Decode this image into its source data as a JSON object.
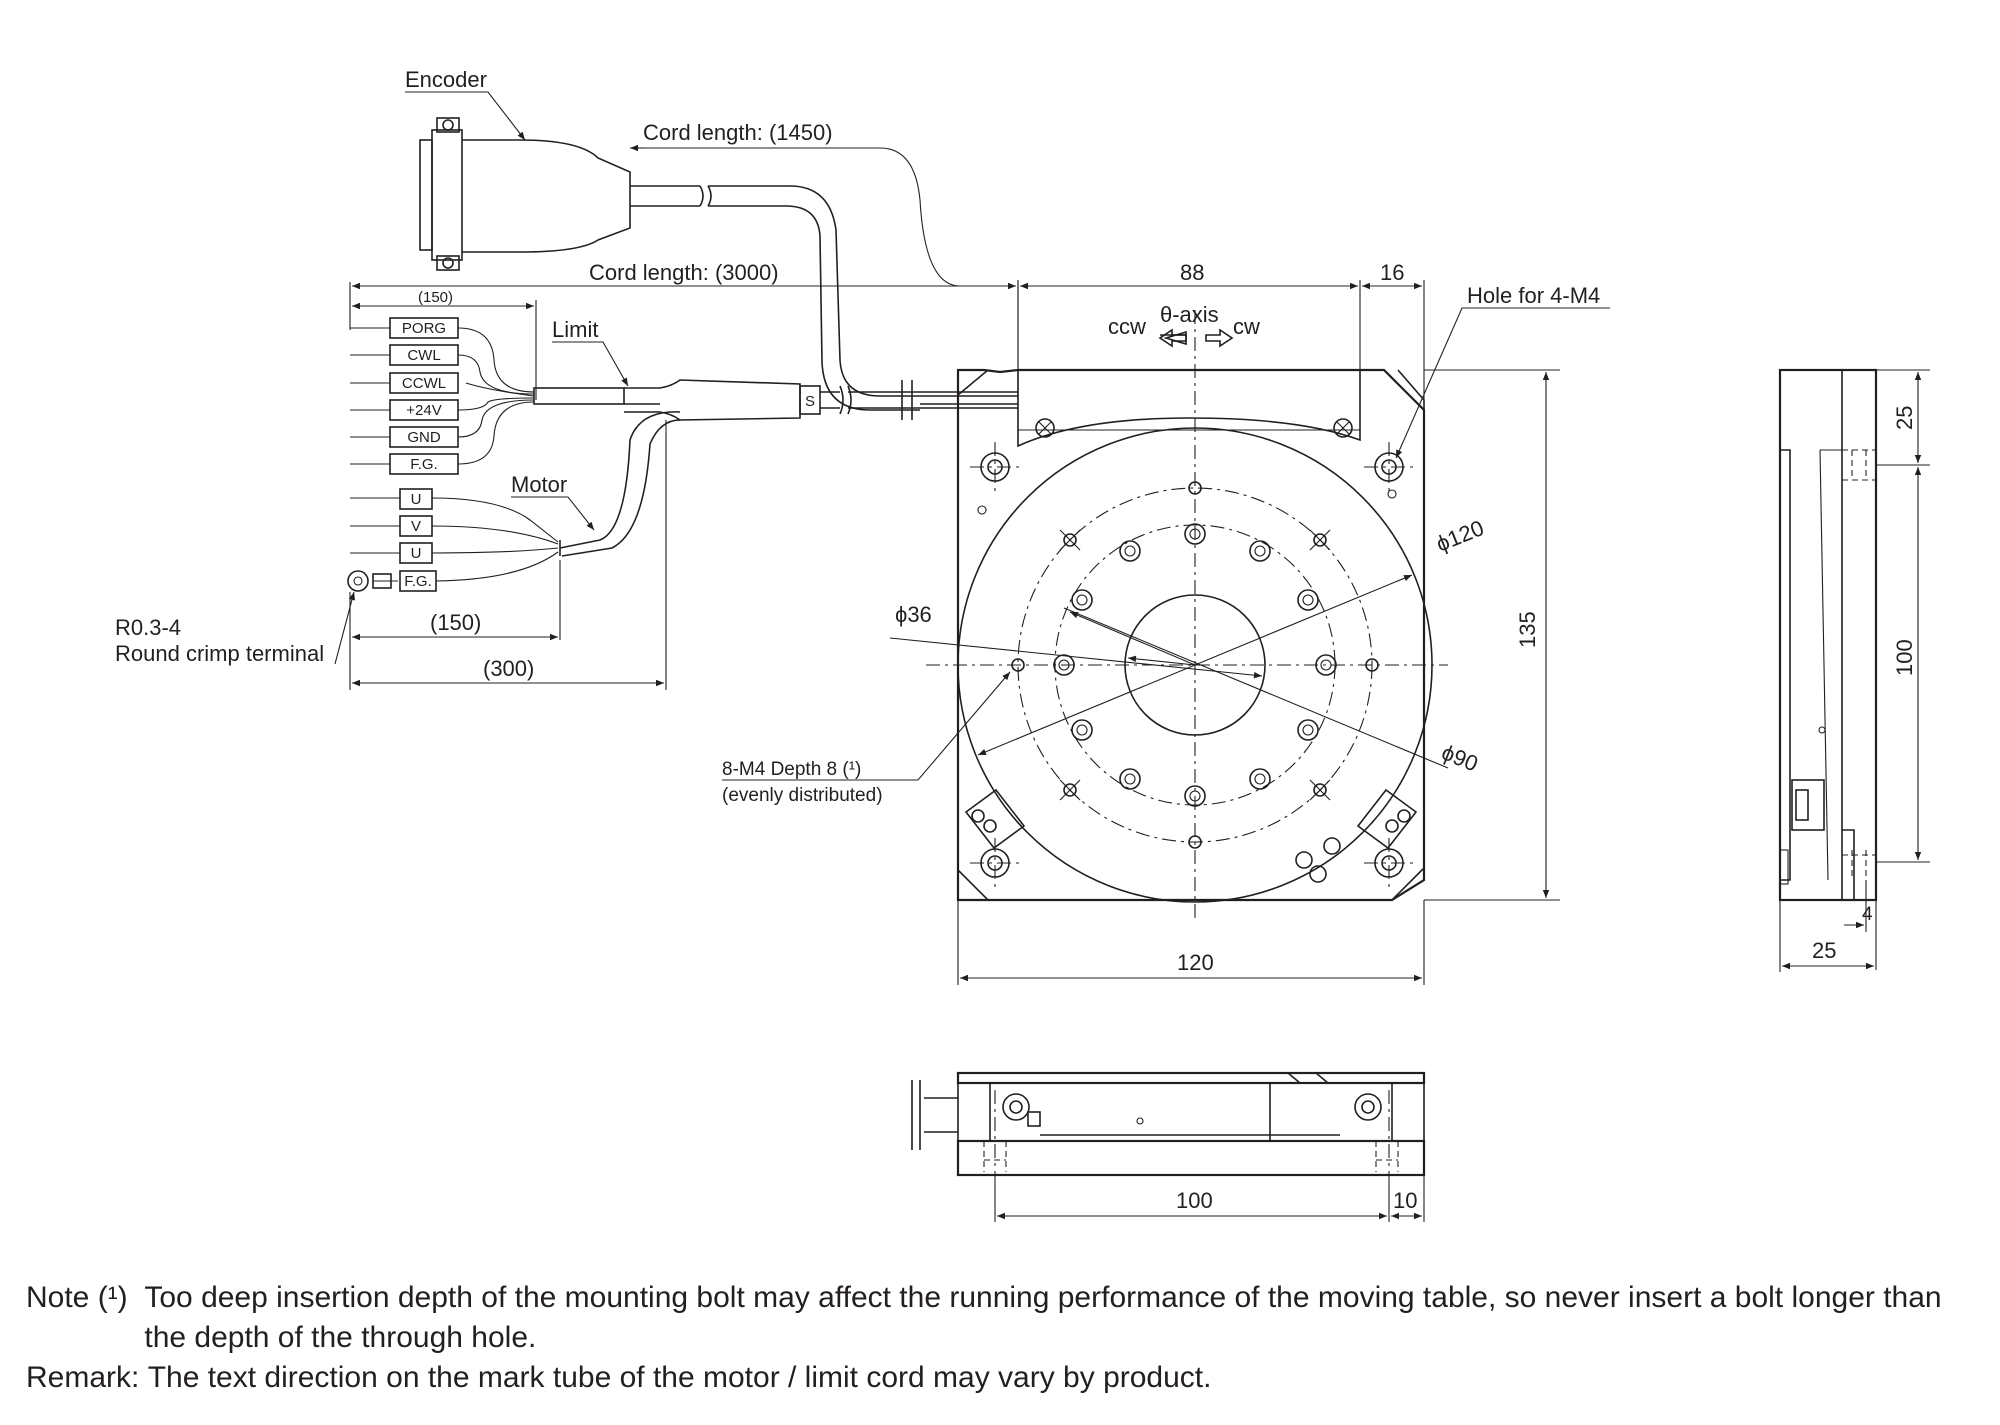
{
  "labels": {
    "encoder": "Encoder",
    "cord_1450": "Cord length: (1450)",
    "cord_3000": "Cord length: (3000)",
    "limit": "Limit",
    "motor": "Motor",
    "crimp_1": "R0.3-4",
    "crimp_2": "Round crimp terminal",
    "m4_depth": "8-M4 Depth 8 (¹)",
    "evenly": "(evenly distributed)",
    "hole_4m4": "Hole for 4-M4",
    "theta_axis": "θ-axis",
    "ccw": "ccw",
    "cw": "cw",
    "s_mark": "S"
  },
  "wire_tags": {
    "limit": [
      "PORG",
      "CWL",
      "CCWL",
      "+24V",
      "GND",
      "F.G."
    ],
    "motor": [
      "U",
      "V",
      "U",
      "F.G."
    ]
  },
  "dimensions": {
    "d150_top": "(150)",
    "d150_bottom": "(150)",
    "d300": "(300)",
    "d88": "88",
    "d16": "16",
    "d135": "135",
    "d120_w": "120",
    "phi120": "ϕ120",
    "phi36": "ϕ36",
    "phi90": "ϕ90",
    "d100_front": "100",
    "d10_front": "10",
    "side_25_top": "25",
    "side_100": "100",
    "side_4": "4",
    "side_25_w": "25"
  },
  "notes": {
    "note_label": "Note (¹)  ",
    "note_text": "Too deep insertion depth of the mounting bolt may affect the running performance of the moving table, so never insert a bolt longer than the depth of the through hole.",
    "remark_label": "Remark: ",
    "remark_text": "The text direction on the mark tube of the motor / limit cord may vary by product."
  }
}
